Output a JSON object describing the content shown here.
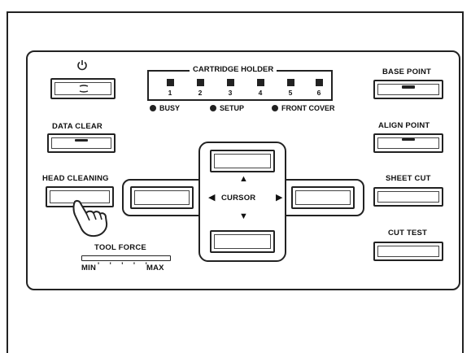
{
  "power_icon": "power-icon",
  "cartridge_holder": {
    "title": "CARTRIDGE HOLDER",
    "slots": [
      "1",
      "2",
      "3",
      "4",
      "5",
      "6"
    ]
  },
  "status": {
    "busy": "BUSY",
    "setup": "SETUP",
    "front_cover": "FRONT COVER"
  },
  "left_buttons": {
    "data_clear": "DATA CLEAR",
    "head_cleaning": "HEAD CLEANING"
  },
  "right_buttons": {
    "base_point": "BASE POINT",
    "align_point": "ALIGN POINT",
    "sheet_cut": "SHEET CUT",
    "cut_test": "CUT TEST"
  },
  "cursor": {
    "label": "CURSOR"
  },
  "tool_force": {
    "title": "TOOL FORCE",
    "min": "MIN",
    "max": "MAX"
  },
  "colors": {
    "ink": "#222222",
    "background": "#ffffff"
  }
}
